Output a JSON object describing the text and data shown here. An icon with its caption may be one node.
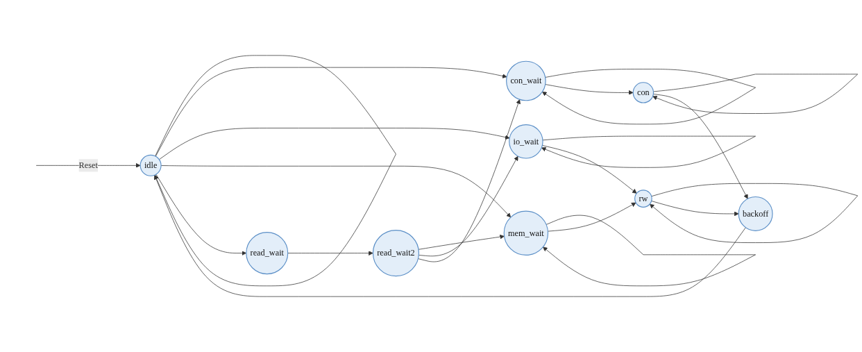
{
  "diagram": {
    "nodes": [
      {
        "text": [
          "idle"
        ]
      },
      {
        "text": [
          "con_wait"
        ]
      },
      {
        "text": [
          "io_wait"
        ]
      },
      {
        "text": [
          "mem_wait"
        ]
      },
      {
        "text": [
          "read_wait"
        ]
      },
      {
        "text": [
          "read_wait2"
        ]
      },
      {
        "text": [
          "rw"
        ]
      },
      {
        "text": [
          "backoff"
        ]
      },
      {
        "text": [
          "con"
        ]
      }
    ],
    "edges": [
      {
        "from": null,
        "to": 0,
        "arrow": "to",
        "label": "Reset"
      },
      {
        "from": 0,
        "to": 0,
        "arrow": "to"
      },
      {
        "from": 0,
        "to": 1,
        "arrow": "to"
      },
      {
        "from": 0,
        "to": 2,
        "arrow": "to"
      },
      {
        "from": 0,
        "to": 3,
        "arrow": "to"
      },
      {
        "from": 0,
        "to": 4,
        "arrow": "to"
      },
      {
        "from": 1,
        "to": 1,
        "arrow": "to"
      },
      {
        "from": 1,
        "to": 8,
        "arrow": "to"
      },
      {
        "from": 2,
        "to": 2,
        "arrow": "to"
      },
      {
        "from": 2,
        "to": 6,
        "arrow": "to"
      },
      {
        "from": 3,
        "to": 3,
        "arrow": "to"
      },
      {
        "from": 3,
        "to": 6,
        "arrow": "to"
      },
      {
        "from": 4,
        "to": 5,
        "arrow": "to"
      },
      {
        "from": 5,
        "to": 3,
        "arrow": "to"
      },
      {
        "from": 5,
        "to": 2,
        "arrow": "to"
      },
      {
        "from": 5,
        "to": 1,
        "arrow": "to"
      },
      {
        "from": 6,
        "to": 6,
        "arrow": "to"
      },
      {
        "from": 6,
        "to": 7,
        "arrow": "to"
      },
      {
        "from": 7,
        "to": 0,
        "arrow": "to"
      },
      {
        "from": 8,
        "to": 8,
        "arrow": "to"
      },
      {
        "from": 8,
        "to": 7,
        "arrow": "to"
      }
    ]
  }
}
